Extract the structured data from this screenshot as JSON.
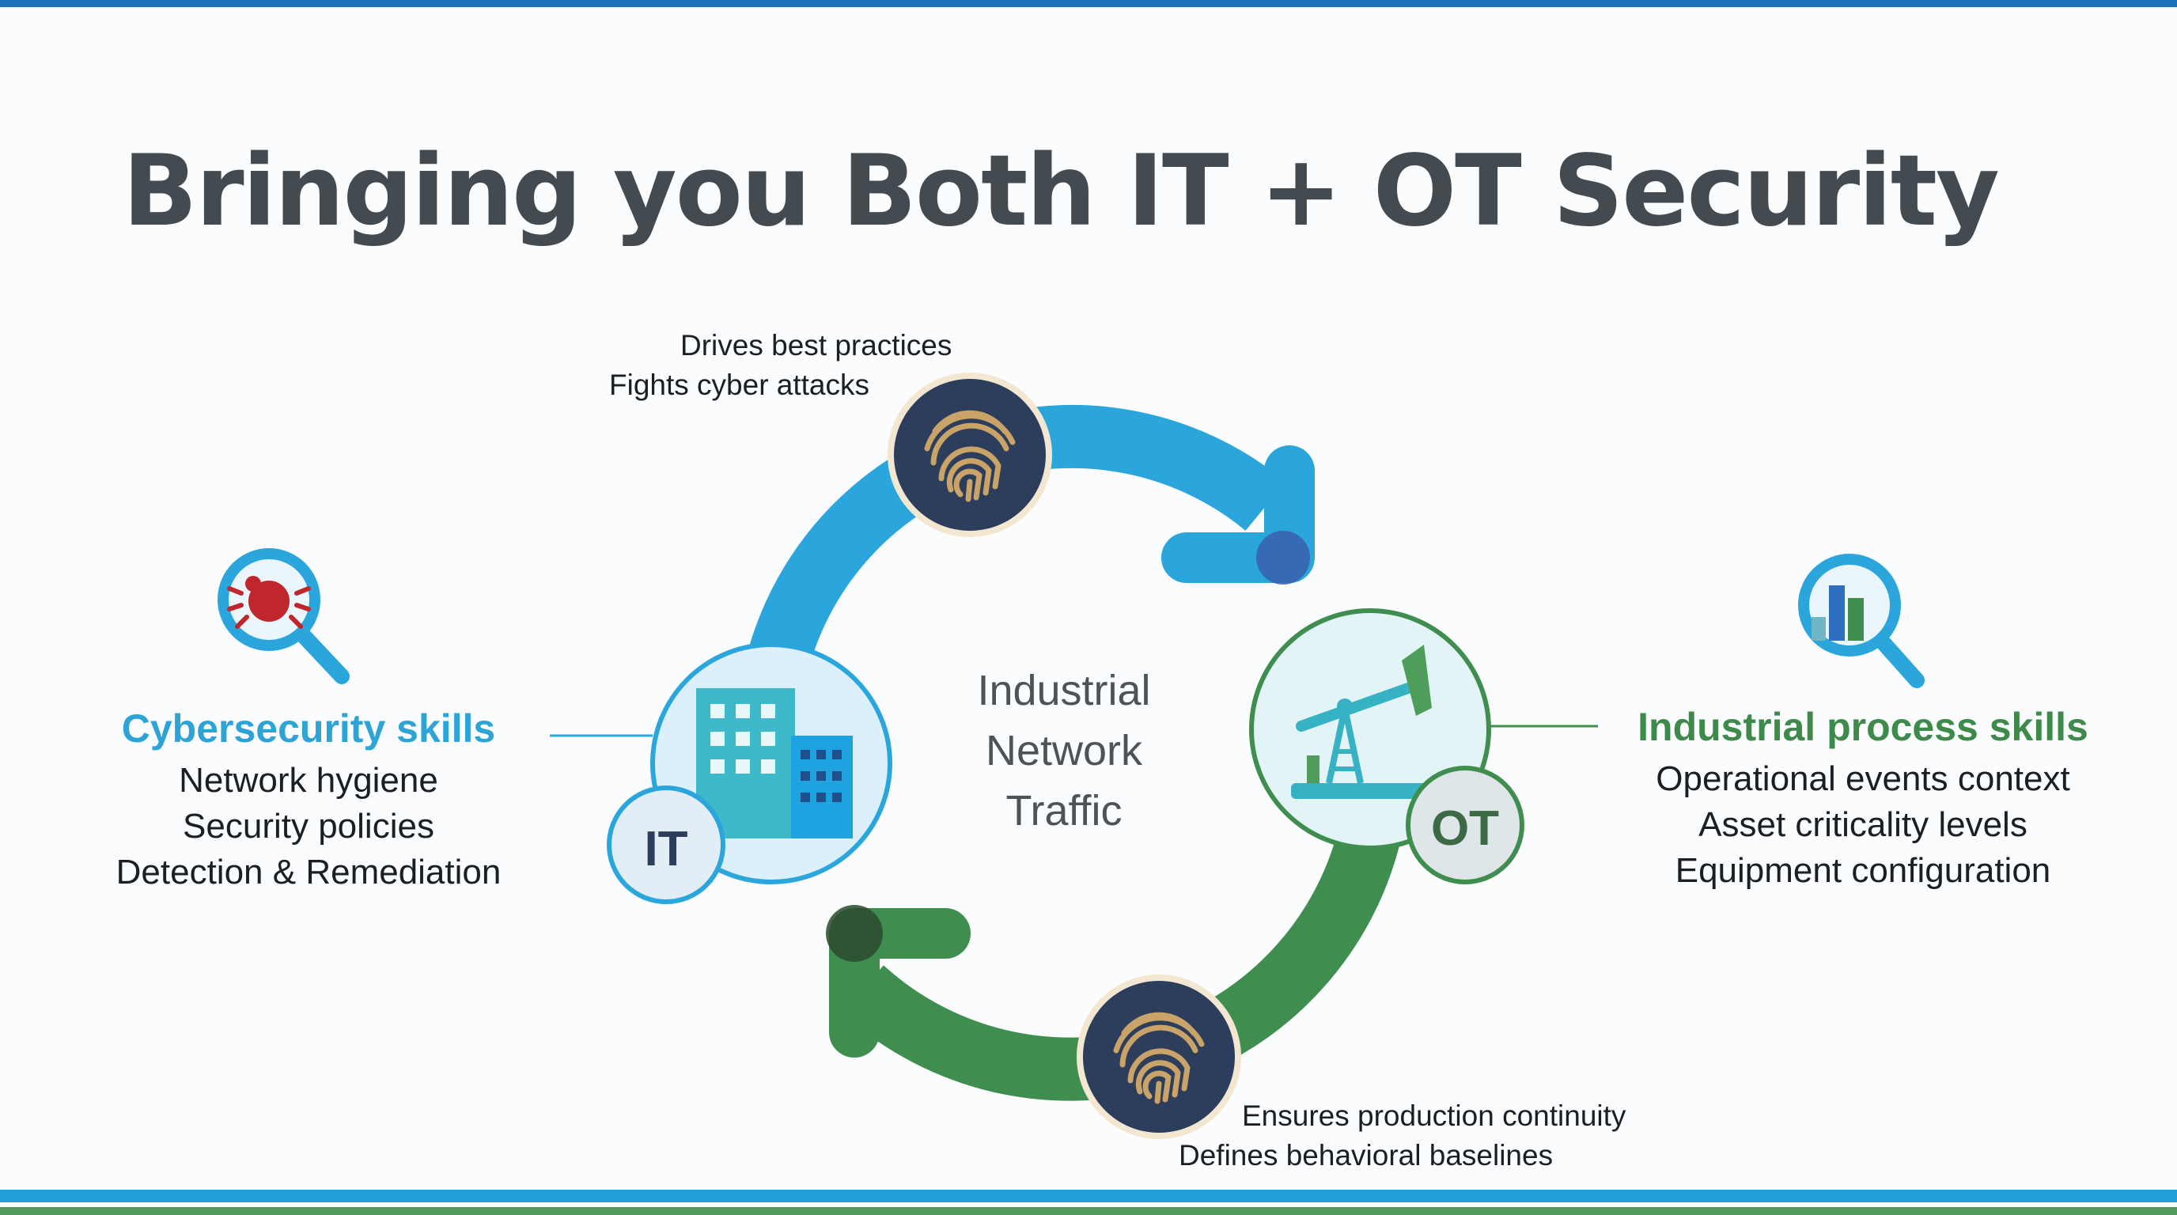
{
  "title": "Bringing you Both IT + OT Security",
  "center": [
    "Industrial",
    "Network",
    "Traffic"
  ],
  "top_cycle": {
    "lines": [
      "Drives best practices",
      "Fights cyber attacks"
    ]
  },
  "bottom_cycle": {
    "lines": [
      "Ensures production continuity",
      "Defines behavioral baselines"
    ]
  },
  "it_node": {
    "badge": "IT"
  },
  "ot_node": {
    "badge": "OT"
  },
  "left_panel": {
    "heading": "Cybersecurity skills",
    "items": [
      "Network hygiene",
      "Security policies",
      "Detection & Remediation"
    ]
  },
  "right_panel": {
    "heading": "Industrial process skills",
    "items": [
      "Operational events context",
      "Asset criticality levels",
      "Equipment configuration"
    ]
  },
  "colors": {
    "title": "#444b50",
    "blue_arc": "#2aa6dc",
    "green_arc": "#3f8e4f",
    "blue_heading": "#2ea3d6",
    "green_heading": "#3d8a4a",
    "fingerprint_bg": "#2c3e5c",
    "fingerprint_lines": "#c9a368"
  },
  "icons": {
    "left": "bug-magnifier-icon",
    "right": "chart-magnifier-icon",
    "top_fingerprint": "fingerprint-icon",
    "bottom_fingerprint": "fingerprint-icon",
    "it": "office-building-icon",
    "ot": "oil-pump-icon"
  }
}
